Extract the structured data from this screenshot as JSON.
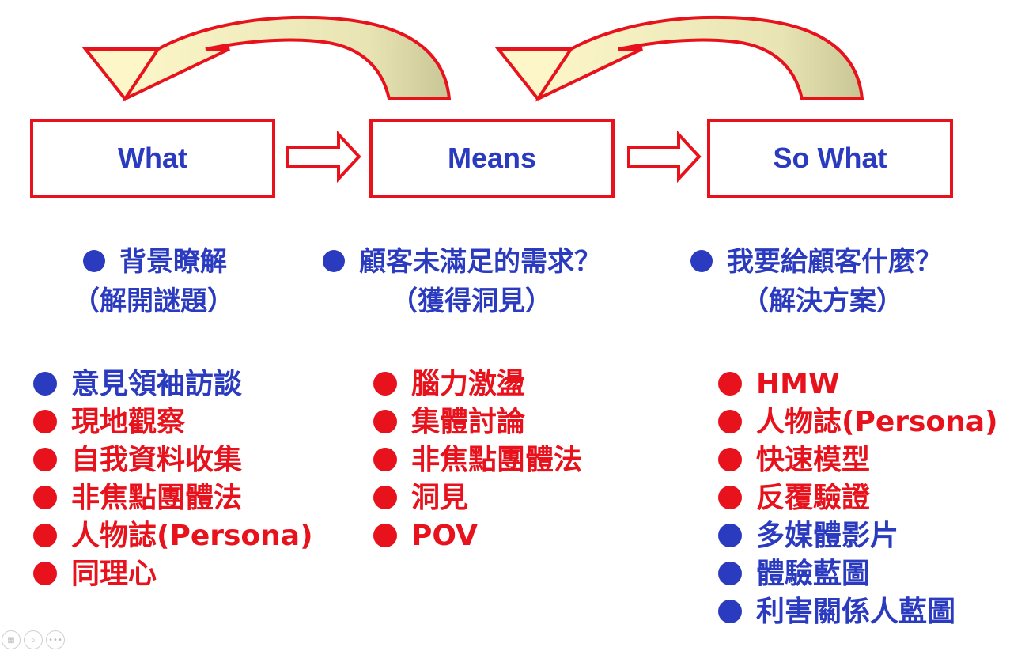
{
  "boxes": [
    "What",
    "Means",
    "So What"
  ],
  "headings": [
    {
      "title": "背景瞭解",
      "sub": "（解開謎題）"
    },
    {
      "title": "顧客未滿足的需求？",
      "sub": "（獲得洞見）"
    },
    {
      "title": "我要給顧客什麼？",
      "sub": "（解決方案）"
    }
  ],
  "lists": [
    [
      {
        "text": "意見領袖訪談",
        "color": "blue"
      },
      {
        "text": "現地觀察",
        "color": "red"
      },
      {
        "text": "自我資料收集",
        "color": "red"
      },
      {
        "text": "非焦點團體法",
        "color": "red"
      },
      {
        "text": "人物誌(Persona)",
        "color": "red"
      },
      {
        "text": "同理心",
        "color": "red"
      }
    ],
    [
      {
        "text": "腦力激盪",
        "color": "red"
      },
      {
        "text": "集體討論",
        "color": "red"
      },
      {
        "text": "非焦點團體法",
        "color": "red"
      },
      {
        "text": "洞見",
        "color": "red"
      },
      {
        "text": "POV",
        "color": "red"
      }
    ],
    [
      {
        "text": "HMW",
        "color": "red"
      },
      {
        "text": "人物誌(Persona)",
        "color": "red"
      },
      {
        "text": "快速模型",
        "color": "red"
      },
      {
        "text": "反覆驗證",
        "color": "red"
      },
      {
        "text": "多媒體影片",
        "color": "blue"
      },
      {
        "text": "體驗藍圖",
        "color": "blue"
      },
      {
        "text": "利害關係人藍圖",
        "color": "blue"
      }
    ]
  ],
  "colors": {
    "red": "#e8121c",
    "blue": "#2b3bc0",
    "arrow_light": "#fcf6c8",
    "arrow_dark": "#c9c696"
  },
  "icons": [
    "layout-icon",
    "zoom-icon",
    "more-icon"
  ]
}
